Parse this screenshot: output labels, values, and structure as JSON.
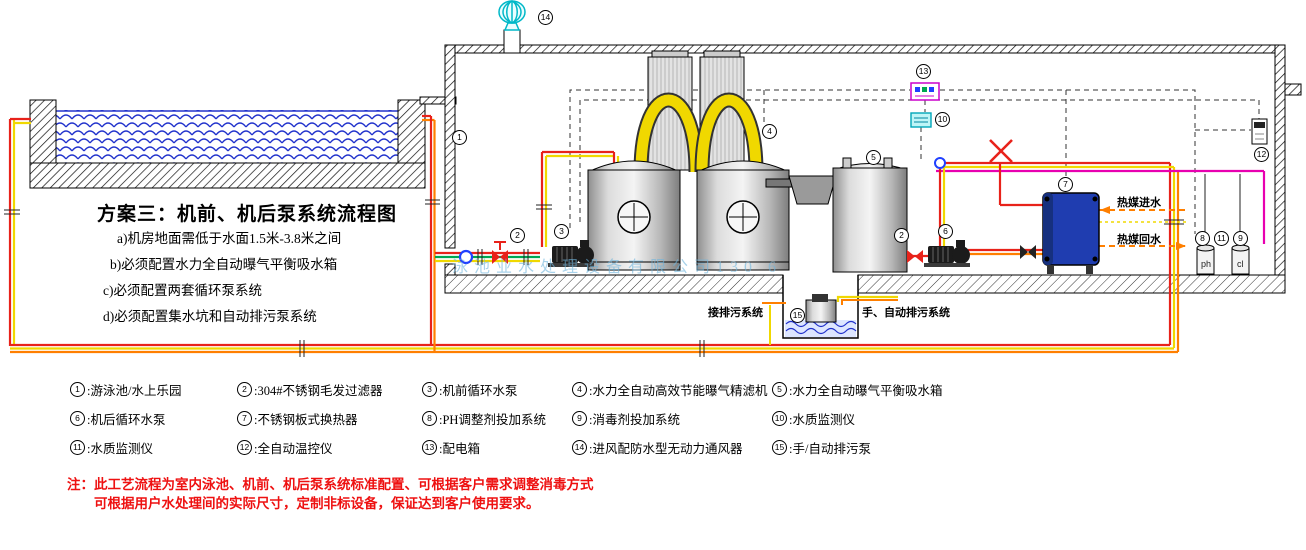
{
  "title_block": {
    "title": "方案三：机前、机后泵系统流程图",
    "notes": [
      "a)机房地面需低于水面1.5米-3.8米之间",
      "b)必须配置水力全自动曝气平衡吸水箱",
      "c)必须配置两套循环泵系统",
      "d)必须配置集水坑和自动排污泵系统"
    ]
  },
  "diagram_labels": {
    "heat_in": "热媒进水",
    "heat_out": "热媒回水",
    "drain_connect": "接排污系统",
    "drain_manual_auto": "手、自动排污系统",
    "ph": "ph",
    "cl": "cl"
  },
  "watermark": "泳池业水处理设备有限公司130 6",
  "markers": [
    "1",
    "2",
    "3",
    "4",
    "5",
    "2",
    "6",
    "7",
    "8",
    "11",
    "9",
    "10",
    "12",
    "13",
    "14",
    "15"
  ],
  "legend": {
    "items": [
      {
        "num": "1",
        "label": ":游泳池/水上乐园"
      },
      {
        "num": "2",
        "label": ":304#不锈钢毛发过滤器"
      },
      {
        "num": "3",
        "label": ":机前循环水泵"
      },
      {
        "num": "4",
        "label": ":水力全自动高效节能曝气精滤机"
      },
      {
        "num": "5",
        "label": ":水力全自动曝气平衡吸水箱"
      },
      {
        "num": "6",
        "label": ":机后循环水泵"
      },
      {
        "num": "7",
        "label": ":不锈钢板式换热器"
      },
      {
        "num": "8",
        "label": ":PH调整剂投加系统"
      },
      {
        "num": "9",
        "label": ":消毒剂投加系统"
      },
      {
        "num": "10",
        "label": ":水质监测仪"
      },
      {
        "num": "11",
        "label": ":水质监测仪"
      },
      {
        "num": "12",
        "label": ":全自动温控仪"
      },
      {
        "num": "13",
        "label": ":配电箱"
      },
      {
        "num": "14",
        "label": ":进风配防水型无动力通风器"
      },
      {
        "num": "15",
        "label": ":手/自动排污泵"
      }
    ]
  },
  "footnote": {
    "line1": "注：此工艺流程为室内泳池、机前、机后泵系统标准配置、可根据客户需求调整消毒方式",
    "line2": "可根据用户水处理间的实际尺寸，定制非标设备，保证达到客户使用要求。"
  },
  "colors": {
    "pipe_red": "#e8221a",
    "pipe_yellow": "#f0d800",
    "pipe_orange": "#ff7f00",
    "pipe_green": "#00a650",
    "pipe_magenta": "#e800b0",
    "water_blue": "#2233cc",
    "heat_exchanger_blue": "#1f3db0",
    "ventilator_cyan": "#00b8c8",
    "note_red": "#ee1111",
    "watermark_blue": "#7db9dd"
  }
}
